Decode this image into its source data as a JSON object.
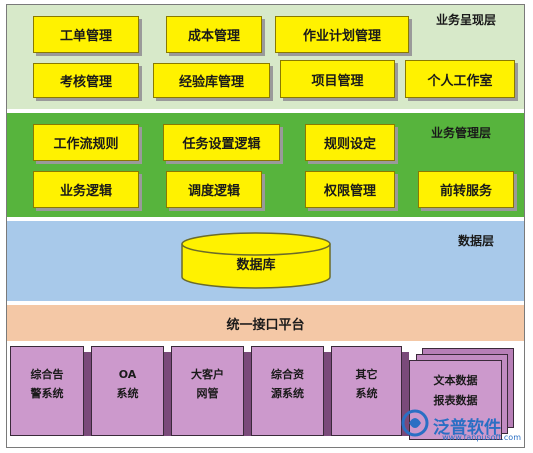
{
  "layers": {
    "presentation": {
      "label": "业务呈现层",
      "modules": [
        "工单管理",
        "成本管理",
        "作业计划管理",
        "考核管理",
        "经验库管理",
        "项目管理",
        "个人工作室"
      ]
    },
    "management": {
      "label": "业务管理层",
      "modules": [
        "工作流规则",
        "任务设置逻辑",
        "规则设定",
        "业务逻辑",
        "调度逻辑",
        "权限管理",
        "前转服务"
      ]
    },
    "data": {
      "label": "数据层",
      "database": "数据库"
    },
    "interface": {
      "label": "统一接口平台"
    },
    "systems": {
      "items": [
        {
          "line1": "综合告",
          "line2": "警系统"
        },
        {
          "line1": "OA",
          "line2": "系统"
        },
        {
          "line1": "大客户",
          "line2": "网管"
        },
        {
          "line1": "综合资",
          "line2": "源系统"
        },
        {
          "line1": "其它",
          "line2": "系统"
        }
      ],
      "stack": {
        "line1": "文本数据",
        "line2": "报表数据"
      }
    }
  },
  "watermark": {
    "text": "泛普软件",
    "url": "www.fanpusoft.com",
    "icon": "fanpu-logo-icon"
  },
  "colors": {
    "presentation_band": "#d7e9c9",
    "management_band": "#57b43d",
    "data_band": "#a8c9ea",
    "interface_band": "#f4c8a6",
    "module_box": "#fff200",
    "system_box": "#cc99cc",
    "watermark": "#2a6fc4"
  }
}
